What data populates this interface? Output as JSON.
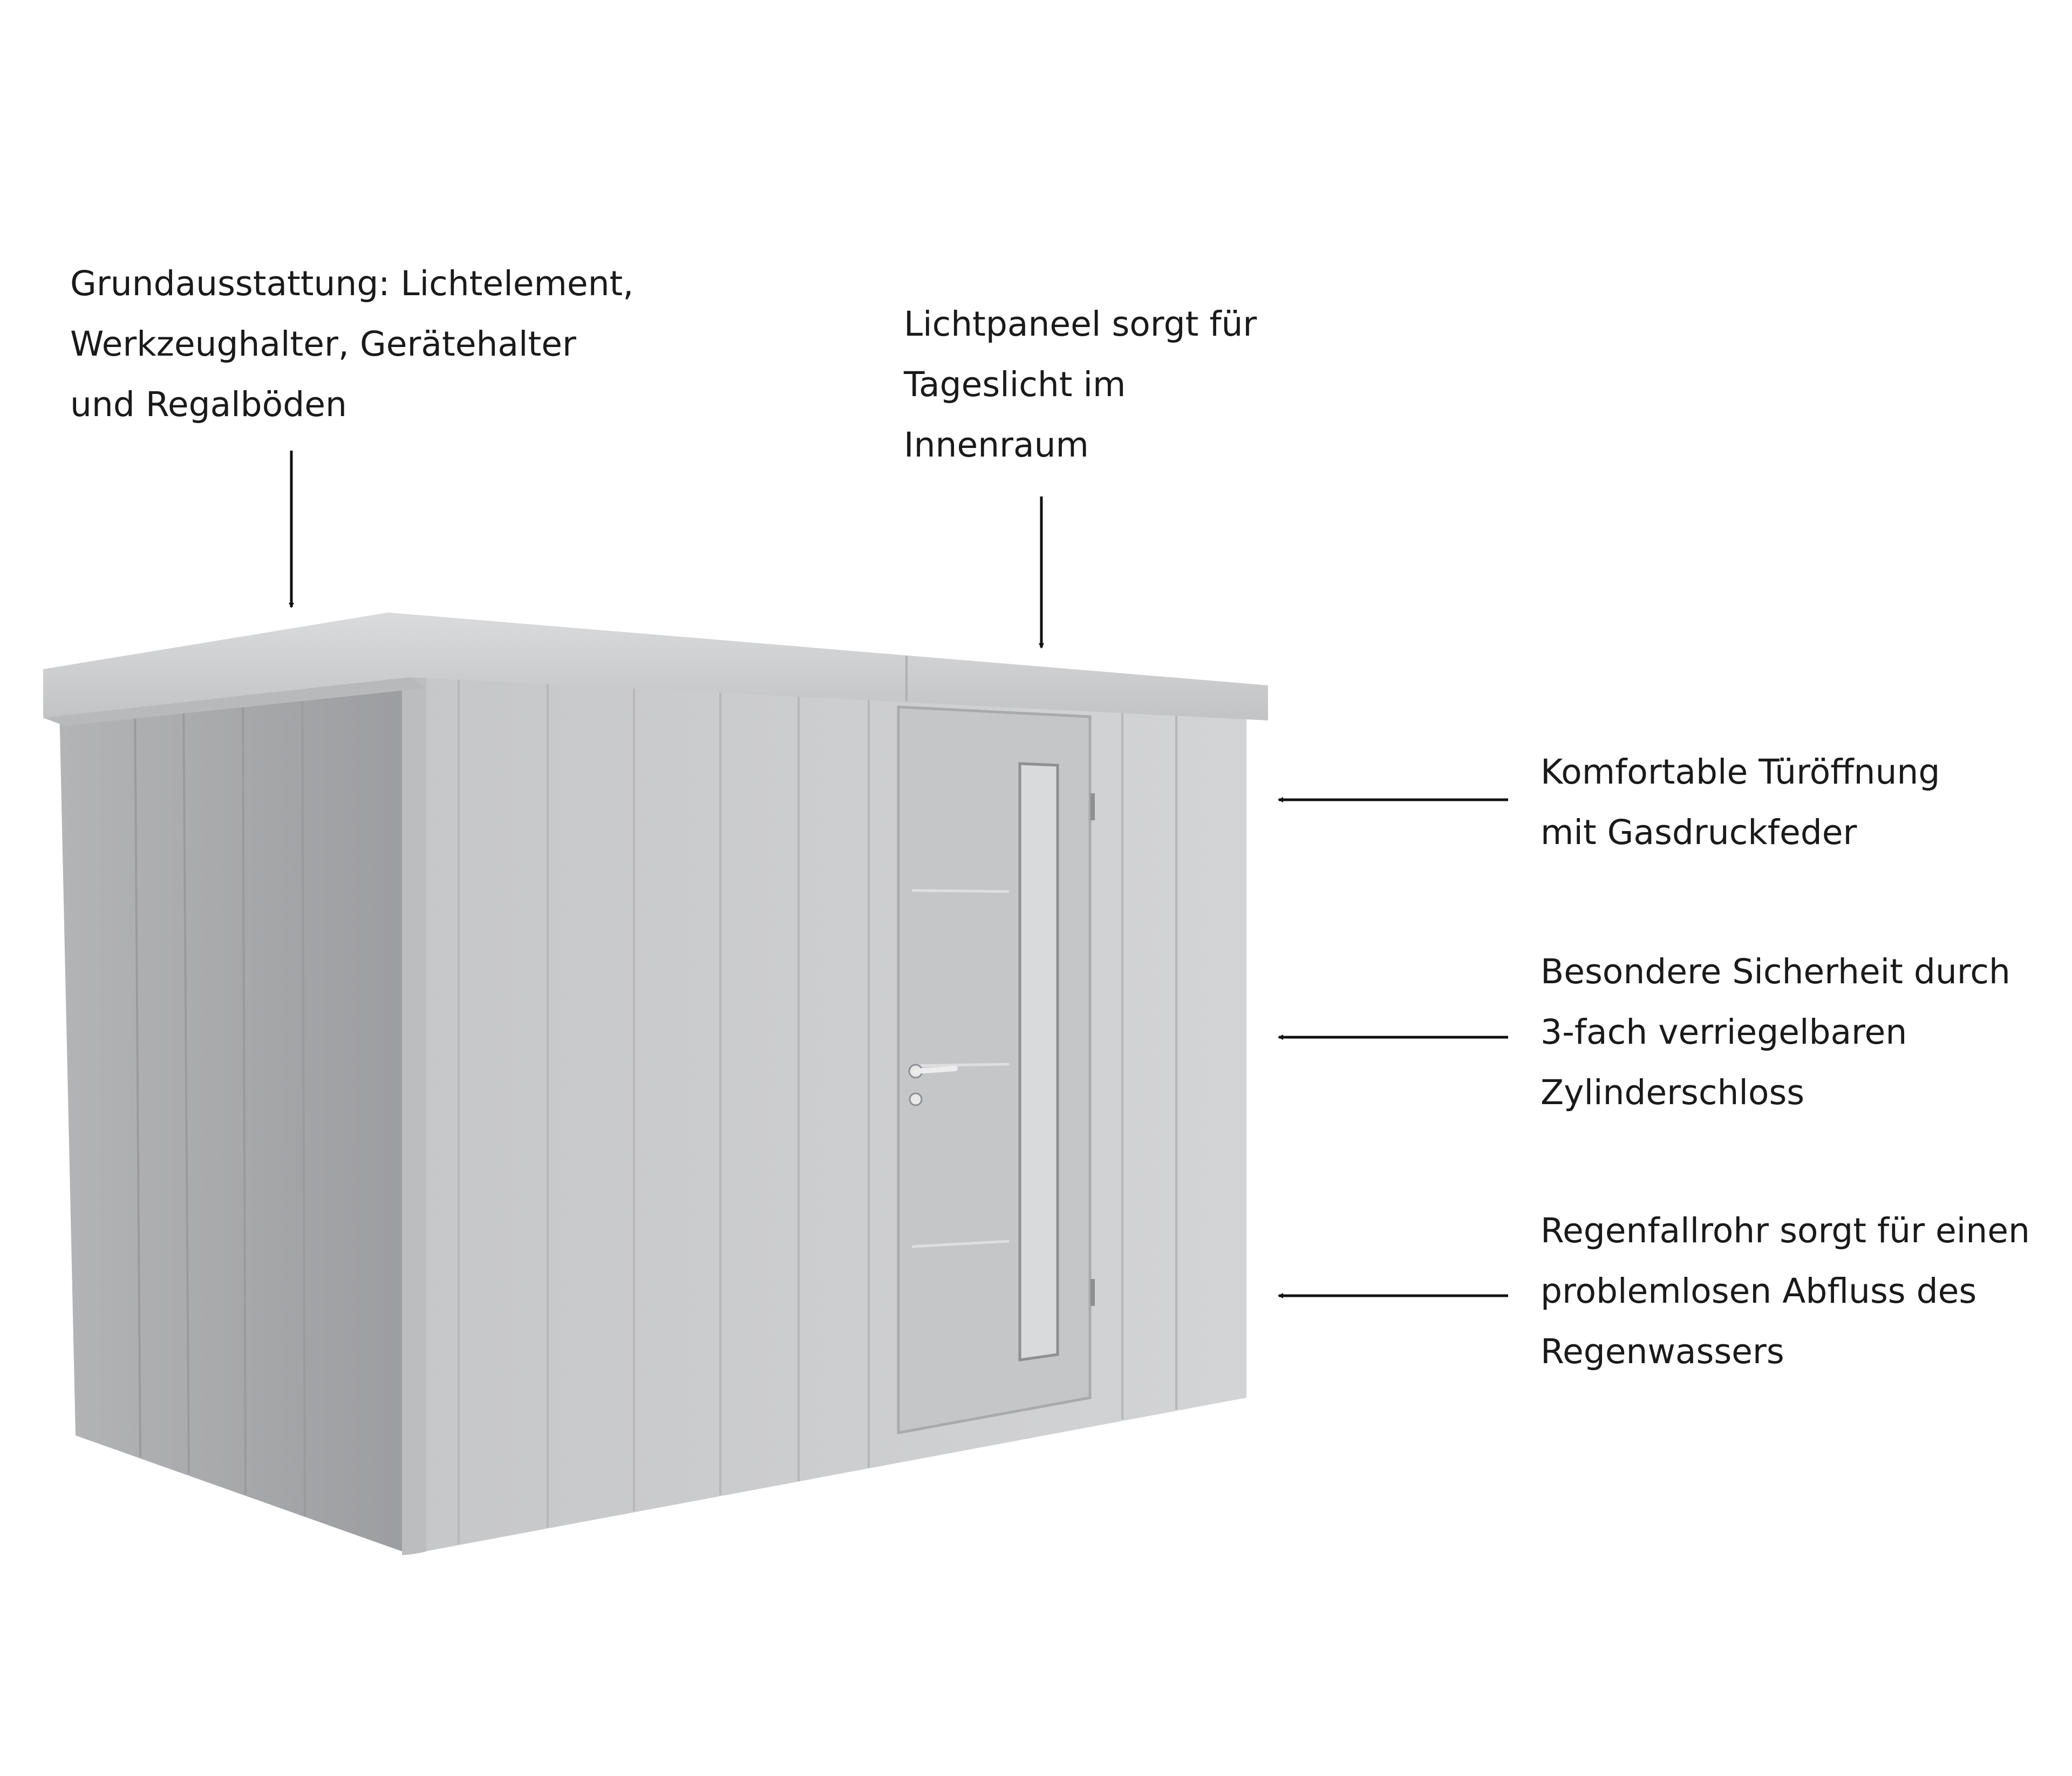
{
  "callouts": {
    "equipment": {
      "lines": [
        "Grundausstattung: Lichtelement,",
        "Werkzeughalter, Gerätehalter",
        "und Regalböden"
      ]
    },
    "light_panel": {
      "lines": [
        "Lichtpaneel sorgt für",
        "Tageslicht im",
        "Innenraum"
      ]
    },
    "door_opening": {
      "lines": [
        "Komfortable Türöffnung",
        "mit Gasdruckfeder"
      ]
    },
    "security": {
      "lines": [
        "Besondere Sicherheit durch",
        "3-fach verriegelbaren",
        "Zylinderschloss"
      ]
    },
    "downpipe": {
      "lines": [
        "Regenfallrohr sorgt für einen",
        "problemlosen Abfluss des",
        "Regenwassers"
      ]
    }
  },
  "colors": {
    "text": "#1a1a1a",
    "arrow": "#111111",
    "shed_side": "#a3a4a6",
    "shed_front": "#c9cacc",
    "shed_roof": "#d2d3d5",
    "door": "#c4c5c7"
  }
}
